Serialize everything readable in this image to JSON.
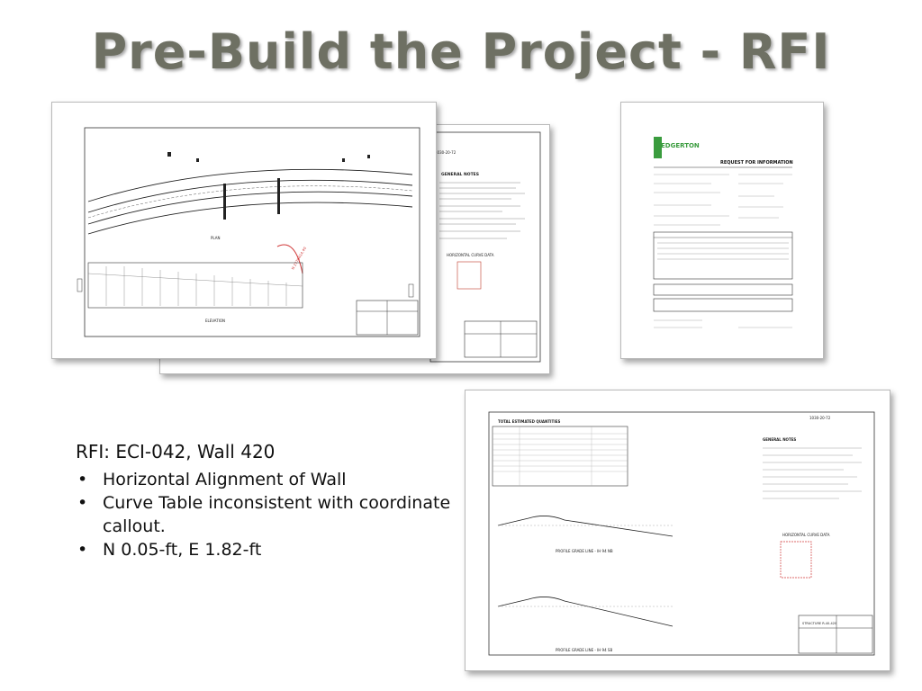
{
  "slide": {
    "title": "Pre-Build the Project - RFI"
  },
  "rfi": {
    "heading": "RFI:  ECI-042, Wall 420",
    "bullets": [
      "Horizontal Alignment of Wall",
      "Curve Table inconsistent with coordinate callout.",
      "N 0.05-ft, E 1.82-ft"
    ]
  },
  "rfi_form": {
    "company_logo": "EDGERTON",
    "form_title": "REQUEST FOR INFORMATION"
  },
  "drawing_sheets": {
    "plan_label": "PLAN",
    "elevation_label": "ELEVATION",
    "general_notes_label": "GENERAL NOTES",
    "curve_data_label": "HORIZONTAL CURVE DATA",
    "quantities_label": "TOTAL ESTIMATED QUANTITIES",
    "profile_nb_label": "PROFILE GRADE LINE - IH 94 NB",
    "profile_sb_label": "PROFILE GRADE LINE - IH 94 SB",
    "structure_label": "STRUCTURE R-40-420",
    "project_number": "1030-20-72"
  }
}
